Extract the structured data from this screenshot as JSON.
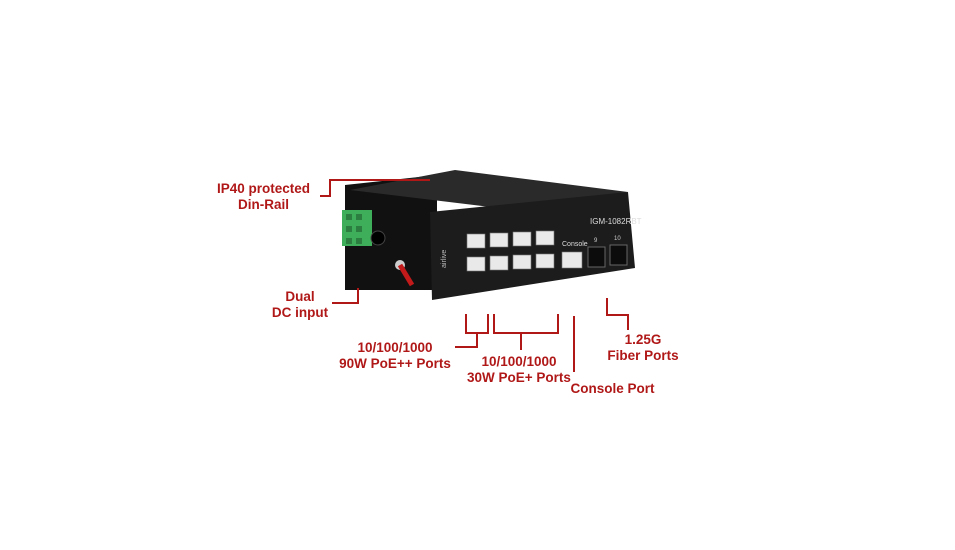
{
  "device": {
    "model": "IGM-1082RBT",
    "console_port_text": "Console",
    "sfp_port_labels": [
      "9",
      "10"
    ],
    "logo_text": "airlive"
  },
  "callouts": {
    "ip40": [
      "IP40 protected",
      "Din-Rail"
    ],
    "dc": [
      "Dual",
      "DC input"
    ],
    "poe90": [
      "10/100/1000",
      "90W PoE++ Ports"
    ],
    "poe30": [
      "10/100/1000",
      "30W PoE+ Ports"
    ],
    "console": [
      "Console Port"
    ],
    "fiber": [
      "1.25G",
      "Fiber Ports"
    ]
  },
  "colors": {
    "callout": "#b01818",
    "body": "#1c1c1c",
    "terminal": "#3fae5a"
  }
}
